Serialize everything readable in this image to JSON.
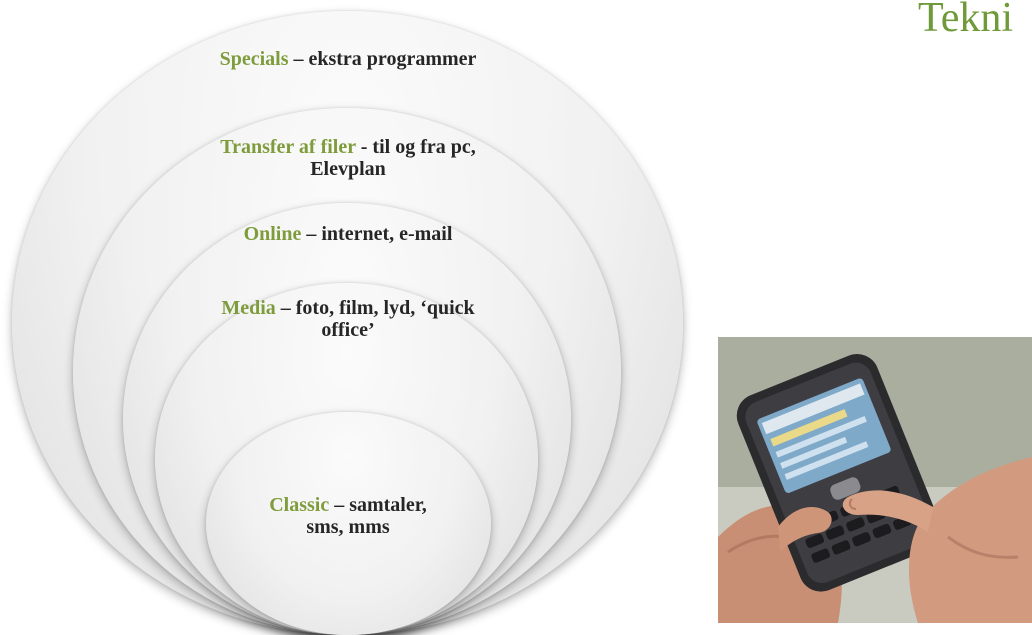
{
  "slide": {
    "title": "Tekni"
  },
  "diagram": {
    "rings": [
      {
        "highlight": "Specials",
        "rest": " – ekstra programmer"
      },
      {
        "highlight": "Transfer af filer",
        "rest": " - til og fra pc, Elevplan"
      },
      {
        "highlight": "Online",
        "rest": " – internet, e-mail"
      },
      {
        "highlight": "Media",
        "rest": " – foto, film, lyd, ‘quick office’"
      },
      {
        "highlight": "Classic",
        "rest": " – samtaler, sms, mms"
      }
    ]
  },
  "colors": {
    "highlight": "#7f9c3c",
    "title": "#6f9a3a",
    "body_text": "#262626"
  },
  "photo": {
    "subject": "hands holding a smartphone"
  }
}
